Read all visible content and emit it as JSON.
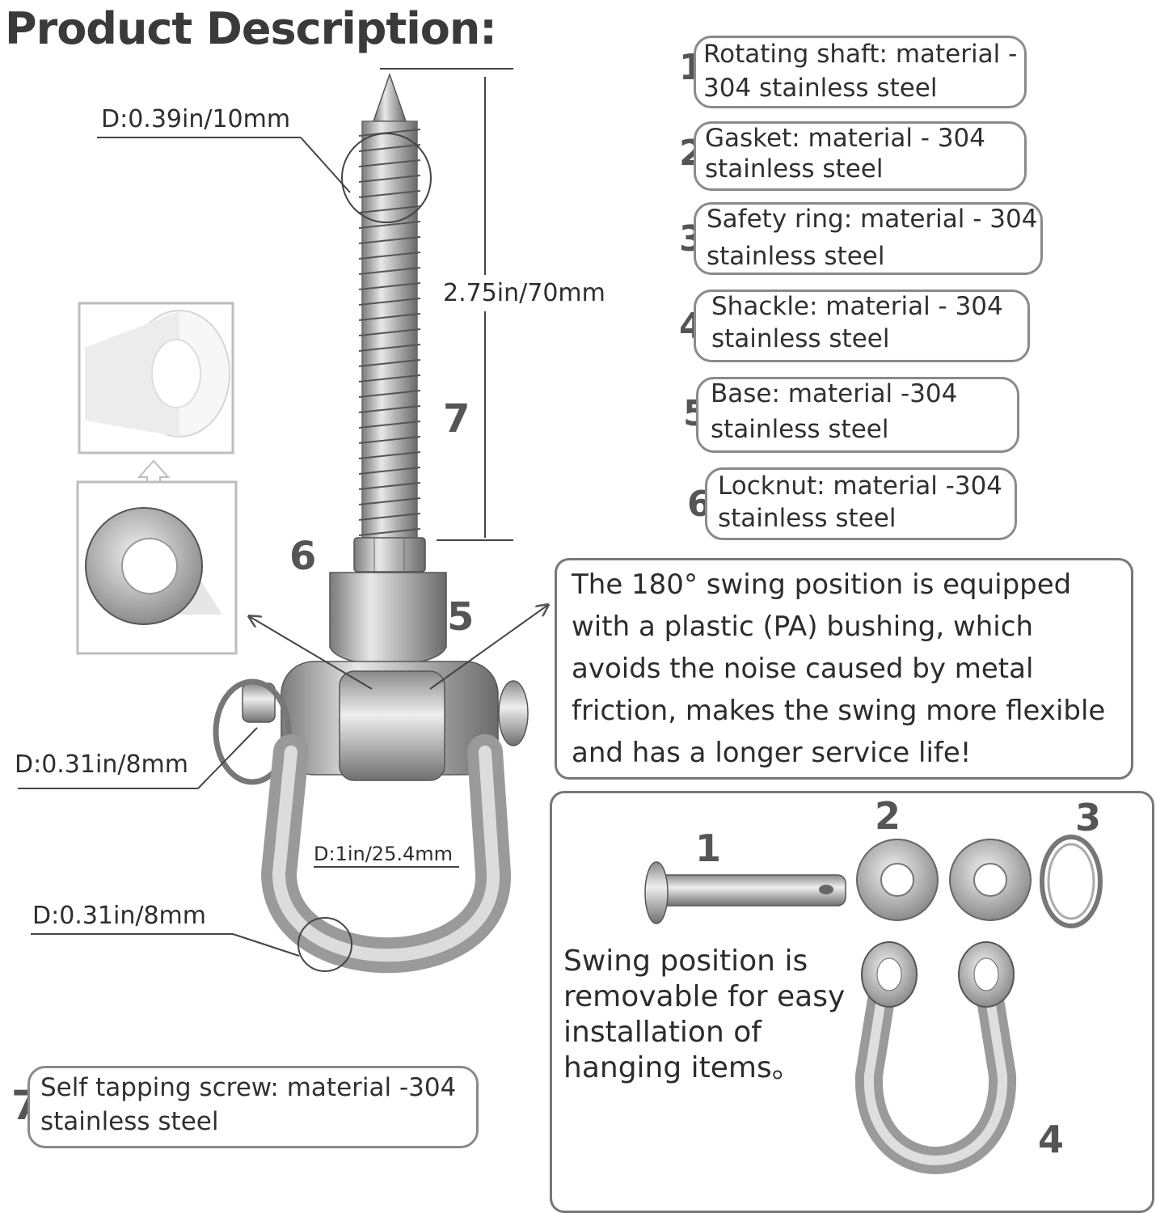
{
  "title": "Product Description:",
  "parts": [
    {
      "num": "1",
      "line1": "Rotating shaft: material -",
      "line2": "304 stainless steel"
    },
    {
      "num": "2",
      "line1": "Gasket: material - 304",
      "line2": "stainless steel"
    },
    {
      "num": "3",
      "line1": "Safety ring: material - 304",
      "line2": "stainless steel"
    },
    {
      "num": "4",
      "line1": "Shackle: material - 304",
      "line2": "stainless steel"
    },
    {
      "num": "5",
      "line1": "Base: material -304",
      "line2": "stainless steel"
    },
    {
      "num": "6",
      "line1": "Locknut: material -304",
      "line2": "stainless steel"
    }
  ],
  "screw_label": {
    "num": "7",
    "line1": "Self tapping screw: material -304",
    "line2": "stainless steel"
  },
  "dimensions": {
    "thread_d": "D:0.39in/10mm",
    "length": "2.75in/70mm",
    "pin_d": "D:0.31in/8mm",
    "shackle_inner": "D:1in/25.4mm",
    "shackle_d": "D:0.31in/8mm"
  },
  "callouts": {
    "n5": "5",
    "n6": "6",
    "n7": "7"
  },
  "bushing_note": "The 180° swing position is equipped with a plastic (PA) bushing, which avoids the noise caused by metal friction, makes the swing more flexible and has a longer service life!",
  "parts_box": {
    "n1": "1",
    "n2": "2",
    "n3": "3",
    "n4": "4",
    "note": "Swing position is removable for easy installation of hanging items。"
  }
}
